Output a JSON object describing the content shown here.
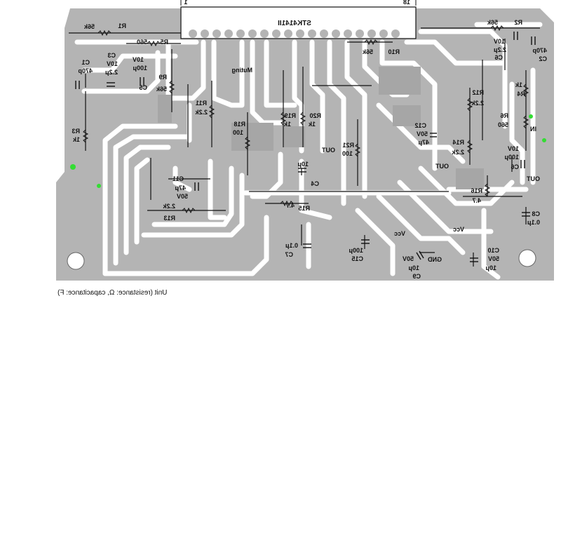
{
  "board": {
    "chip_label": "STK4141II",
    "pin_first": "1",
    "pin_last": "18",
    "caption": "Unit (resistance: Ω, capacitance: F)",
    "colors": {
      "copper": "#b4b4b4",
      "trace_gap": "#ffffff",
      "ink": "#111111",
      "test_point": "#33dd33"
    }
  },
  "components": {
    "r1": {
      "name": "R1",
      "value": "56k"
    },
    "r2": {
      "name": "R2",
      "value": "56k"
    },
    "r3": {
      "name": "R3",
      "value": "1k"
    },
    "r4": {
      "name": "R4",
      "value": "1k"
    },
    "r5": {
      "name": "R5",
      "value": "560"
    },
    "r6": {
      "name": "R6",
      "value": "560"
    },
    "r9": {
      "name": "R9",
      "value": "56k"
    },
    "r10": {
      "name": "R10",
      "value": "56k"
    },
    "r11": {
      "name": "R11",
      "value": "2.2k"
    },
    "r12": {
      "name": "R12",
      "value": "2.2k"
    },
    "r13": {
      "name": "R13",
      "value": "2.2k"
    },
    "r14": {
      "name": "R14",
      "value": "2.2k"
    },
    "r15": {
      "name": "R15",
      "value": "4.7"
    },
    "r16": {
      "name": "R16",
      "value": "4.7"
    },
    "r18": {
      "name": "R18",
      "value": "100"
    },
    "r19": {
      "name": "R19",
      "value": "1k"
    },
    "r20": {
      "name": "R20",
      "value": "1k"
    },
    "r21": {
      "name": "R21",
      "value": "100"
    },
    "c1": {
      "name": "C1",
      "value": "470p"
    },
    "c2": {
      "name": "C2",
      "value": "470p"
    },
    "c3": {
      "name": "C3",
      "value1": "10V",
      "value2": "2.2μ"
    },
    "c4": {
      "name": "C4",
      "value": "10μ"
    },
    "c5": {
      "name": "C5",
      "value1": "10V",
      "value2": "100μ"
    },
    "c6": {
      "name": "C6",
      "value1": "10V",
      "value2": "100μ"
    },
    "c6b": {
      "name": "C6",
      "value1": "10V",
      "value2": "2.2μ"
    },
    "c7": {
      "name": "C7",
      "value": "0.1μ"
    },
    "c8": {
      "name": "C8",
      "value": "0.1μ"
    },
    "c9": {
      "name": "C9",
      "value1": "50V",
      "value2": "10μ"
    },
    "c10": {
      "name": "C10",
      "value1": "50V",
      "value2": "10μ"
    },
    "c11": {
      "name": "C11",
      "value1": "47μ",
      "value2": "50V"
    },
    "c12": {
      "name": "C12",
      "value1": "50V",
      "value2": "47μ"
    },
    "c15": {
      "name": "C15",
      "value": "100μ"
    }
  },
  "nets": {
    "muting": "Muting",
    "in": "IN",
    "out1": "OUT",
    "out2": "OUT",
    "out3": "OUT",
    "vcc1": "Vcc",
    "vcc2": "Vcc",
    "gnd": "GND"
  }
}
